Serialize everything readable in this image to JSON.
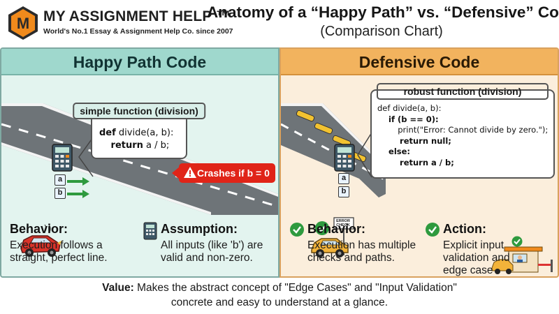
{
  "brand": {
    "logo_letter": "M",
    "name": "MY ASSIGNMENT HELP ™",
    "tagline": "World's No.1 Essay & Assignment Help Co. since 2007"
  },
  "header": {
    "title": "Anatomy of a “Happy Path” vs. “Defensive” Code",
    "subtitle": "(Comparison Chart)"
  },
  "left": {
    "heading": "Happy Path Code",
    "code_title": "simple function (division)",
    "code_lines": [
      "def divide(a, b):",
      "    return a / b;"
    ],
    "inputs": [
      "a",
      "b"
    ],
    "crash_label": "Crashes if b = 0",
    "behavior_title": "Behavior:",
    "behavior_body": "Execution follows a straight, perfect line.",
    "assumption_title": "Assumption:",
    "assumption_body": "All inputs (like 'b') are valid and non-zero."
  },
  "right": {
    "heading": "Defensive Code",
    "code_title": "robust function (division)",
    "code_lines": [
      "def divide(a, b):",
      "    if (b == 0):",
      "        print(\"Error: Cannot divide by zero.\");",
      "        return null;",
      "    else:",
      "        return a / b;"
    ],
    "inputs": [
      "a",
      "b"
    ],
    "sign_label": "ERROR CHECK",
    "behavior_title": "Behavior:",
    "behavior_body": "Execution has multiple checks and paths.",
    "action_title": "Action:",
    "action_body": "Explicit input validation and edge case handling."
  },
  "footer": {
    "value_label": "Value:",
    "value_line1": " Makes the abstract concept of \"Edge Cases\" and \"Input Validation\"",
    "value_line2": "concrete and easy to understand at a glance."
  },
  "colors": {
    "happy_bg": "#e3f4ef",
    "happy_header": "#9fd8cd",
    "defensive_bg": "#fbeedc",
    "defensive_header": "#f2b35e",
    "crash_red": "#e02418",
    "check_green": "#2e9a3e",
    "brand_orange": "#f08a1c"
  },
  "icons": [
    "logo-m-icon",
    "calculator-icon",
    "warning-triangle-icon",
    "crashed-car-icon",
    "check-circle-icon",
    "car-icon",
    "toll-booth-icon"
  ]
}
